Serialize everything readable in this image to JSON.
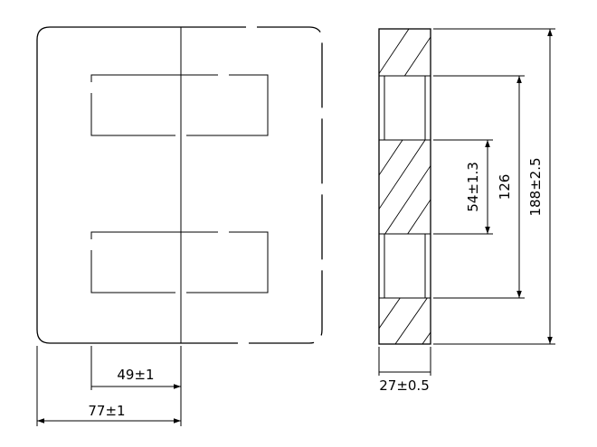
{
  "drawing": {
    "dimensions": {
      "center_leg_width": "49±1",
      "overall_width": "77±1",
      "core_thickness": "27±0.5",
      "leg_opening": "54±1.3",
      "window_span": "126",
      "overall_height": "188±2.5"
    }
  }
}
